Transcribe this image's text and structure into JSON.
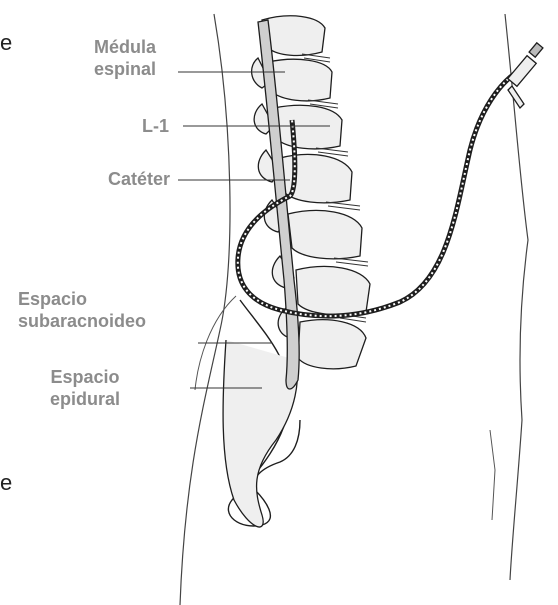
{
  "labels": {
    "medula_line1": "Médula",
    "medula_line2": "espinal",
    "l1": "L-1",
    "cateter": "Catéter",
    "subarac_line1": "Espacio",
    "subarac_line2": "subaracnoideo",
    "epidural_line1": "Espacio",
    "epidural_line2": "epidural"
  },
  "edge_fragments": {
    "top": "e",
    "bottom": "e"
  },
  "colors": {
    "label_text": "#8c8c8c",
    "line_art": "#1e1e1e",
    "cord_fill": "#cfcfcf",
    "vertebra_fill": "#efefef"
  }
}
